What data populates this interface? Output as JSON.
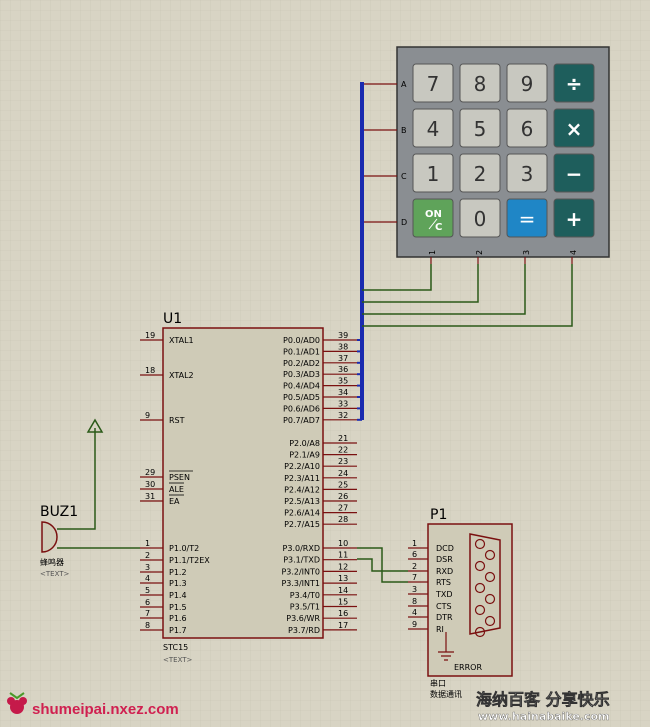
{
  "keypad": {
    "row_labels": [
      "A",
      "B",
      "C",
      "D"
    ],
    "col_labels": [
      "1",
      "2",
      "3",
      "4"
    ],
    "keys": [
      [
        "7",
        "8",
        "9",
        "÷"
      ],
      [
        "4",
        "5",
        "6",
        "×"
      ],
      [
        "1",
        "2",
        "3",
        "−"
      ],
      [
        "ON/C",
        "0",
        "=",
        "+"
      ]
    ],
    "on_key": {
      "top": "ON",
      "bottom": "C"
    }
  },
  "mcu": {
    "ref": "U1",
    "part": "STC15",
    "text_placeholder": "<TEXT>",
    "left_pins": [
      {
        "num": "19",
        "name": "XTAL1"
      },
      {
        "num": "18",
        "name": "XTAL2"
      },
      {
        "num": "9",
        "name": "RST"
      },
      {
        "num": "29",
        "name": "PSEN"
      },
      {
        "num": "30",
        "name": "ALE"
      },
      {
        "num": "31",
        "name": "EA"
      },
      {
        "num": "1",
        "name": "P1.0/T2"
      },
      {
        "num": "2",
        "name": "P1.1/T2EX"
      },
      {
        "num": "3",
        "name": "P1.2"
      },
      {
        "num": "4",
        "name": "P1.3"
      },
      {
        "num": "5",
        "name": "P1.4"
      },
      {
        "num": "6",
        "name": "P1.5"
      },
      {
        "num": "7",
        "name": "P1.6"
      },
      {
        "num": "8",
        "name": "P1.7"
      }
    ],
    "right_pins": [
      {
        "num": "39",
        "name": "P0.0/AD0"
      },
      {
        "num": "38",
        "name": "P0.1/AD1"
      },
      {
        "num": "37",
        "name": "P0.2/AD2"
      },
      {
        "num": "36",
        "name": "P0.3/AD3"
      },
      {
        "num": "35",
        "name": "P0.4/AD4"
      },
      {
        "num": "34",
        "name": "P0.5/AD5"
      },
      {
        "num": "33",
        "name": "P0.6/AD6"
      },
      {
        "num": "32",
        "name": "P0.7/AD7"
      },
      {
        "num": "21",
        "name": "P2.0/A8"
      },
      {
        "num": "22",
        "name": "P2.1/A9"
      },
      {
        "num": "23",
        "name": "P2.2/A10"
      },
      {
        "num": "24",
        "name": "P2.3/A11"
      },
      {
        "num": "25",
        "name": "P2.4/A12"
      },
      {
        "num": "26",
        "name": "P2.5/A13"
      },
      {
        "num": "27",
        "name": "P2.6/A14"
      },
      {
        "num": "28",
        "name": "P2.7/A15"
      },
      {
        "num": "10",
        "name": "P3.0/RXD"
      },
      {
        "num": "11",
        "name": "P3.1/TXD"
      },
      {
        "num": "12",
        "name": "P3.2/INT0"
      },
      {
        "num": "13",
        "name": "P3.3/INT1"
      },
      {
        "num": "14",
        "name": "P3.4/T0"
      },
      {
        "num": "15",
        "name": "P3.5/T1"
      },
      {
        "num": "16",
        "name": "P3.6/WR"
      },
      {
        "num": "17",
        "name": "P3.7/RD"
      }
    ]
  },
  "buzzer": {
    "ref": "BUZ1",
    "label": "蜂鸣器",
    "text_placeholder": "<TEXT>"
  },
  "connector": {
    "ref": "P1",
    "pins": [
      {
        "num": "1",
        "name": "DCD"
      },
      {
        "num": "6",
        "name": "DSR"
      },
      {
        "num": "2",
        "name": "RXD"
      },
      {
        "num": "7",
        "name": "RTS"
      },
      {
        "num": "3",
        "name": "TXD"
      },
      {
        "num": "8",
        "name": "CTS"
      },
      {
        "num": "4",
        "name": "DTR"
      },
      {
        "num": "9",
        "name": "RI"
      }
    ],
    "status": "ERROR",
    "label_line1": "串口",
    "label_line2": "数据通讯"
  },
  "watermark_left": {
    "site": "shumeipai.nxez.com"
  },
  "watermark_right": {
    "title": "海纳百客 分享快乐",
    "url": "www.hainabaike.com"
  },
  "colors": {
    "background": "#d8d4c4",
    "grid": "#c8c4b4",
    "chip_fill": "#cfcbb7",
    "chip_border": "#7a1010",
    "wire": "#2a5a18",
    "bus": "#1a2bb0",
    "keypad_body": "#8a8e92",
    "key_gray": "#c8c8c0",
    "key_teal": "#1e5e5c",
    "key_green": "#5fa35a",
    "key_blue": "#1f86c6"
  }
}
